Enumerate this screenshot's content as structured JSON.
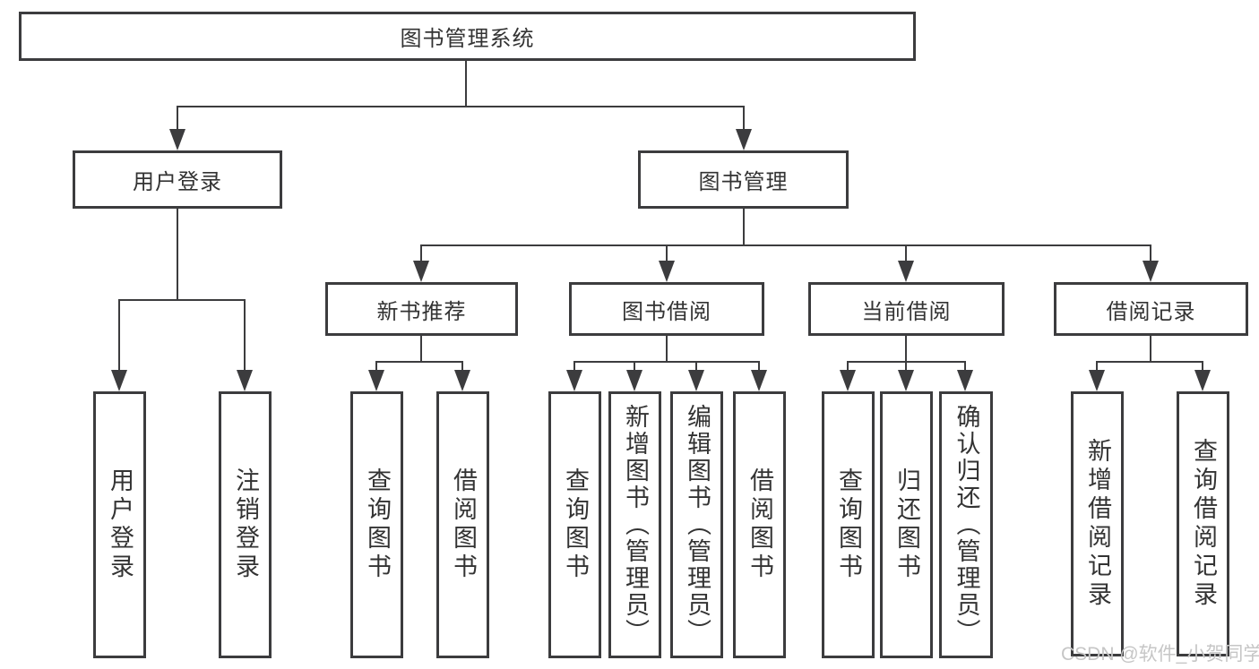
{
  "root": {
    "label": "图书管理系统"
  },
  "level2": {
    "user_login": "用户登录",
    "book_management": "图书管理"
  },
  "level3": {
    "new_book_recommend": "新书推荐",
    "book_borrow": "图书借阅",
    "current_borrow": "当前借阅",
    "borrow_records": "借阅记录"
  },
  "leaves": {
    "login": "用户登录",
    "logout": "注销登录",
    "recommend_query_books": "查询图书",
    "recommend_borrow_books": "借阅图书",
    "borrow_query_books": "查询图书",
    "borrow_add_books": "新增图书（管理员）",
    "borrow_edit_books": "编辑图书（管理员）",
    "borrow_borrow_books": "借阅图书",
    "current_query_books": "查询图书",
    "current_return_books": "归还图书",
    "current_confirm_return": "确认归还（管理员）",
    "records_add_record": "新增借阅记录",
    "records_query_record": "查询借阅记录"
  },
  "watermark": "CSDN @软件_小贺同学",
  "colors": {
    "line": "#3c3c3e",
    "text": "#333333",
    "watermark": "#c6c6c6",
    "background": "#ffffff"
  }
}
